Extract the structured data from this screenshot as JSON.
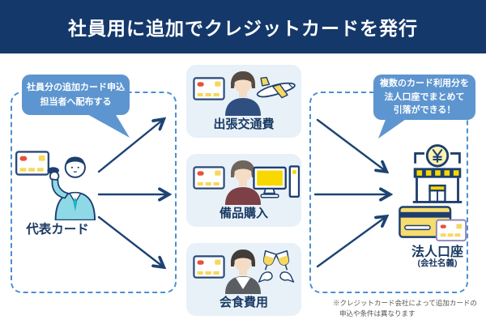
{
  "title": "社員用に追加でクレジットカードを発行",
  "left_panel": {
    "bubble": {
      "line1": "社員分の追加カード申込",
      "line2": "担当者へ配布する"
    },
    "label": "代表カード",
    "icons": {
      "card": "credit-card-icon",
      "person": "representative-person-icon"
    }
  },
  "categories": [
    {
      "label": "出張交通費",
      "icon": "airplane-icon",
      "card_icon": "credit-card-icon",
      "person_icon": "employee-person-icon"
    },
    {
      "label": "備品購入",
      "icon": "desktop-computer-icon",
      "card_icon": "credit-card-icon",
      "person_icon": "employee-person-icon"
    },
    {
      "label": "会食費用",
      "icon": "toast-glasses-icon",
      "card_icon": "credit-card-icon",
      "person_icon": "employee-person-icon"
    }
  ],
  "right_panel": {
    "bubble": {
      "line1": "複数のカード利用分を",
      "line2": "法人口座でまとめて",
      "line3": "引落ができる！"
    },
    "label": "法人口座",
    "sublabel": "(会社名義)",
    "icons": {
      "bank": "bank-building-icon",
      "cards": "corporate-credit-cards-icon"
    }
  },
  "footnote": {
    "line1": "※クレジットカード会社によって追加カードの",
    "line2": "申込や条件は異なります"
  },
  "colors": {
    "banner": "#14386a",
    "bubble": "#5d95d0",
    "dashed_border": "#4a8fd3",
    "category_box_bg": "#e8f1f8",
    "label_text": "#1a3a63",
    "arrow": "#1d4372",
    "accent_yellow": "#f7d75e",
    "accent_red": "#e8503a",
    "suit_blue": "#8fd9e6",
    "footnote_text": "#555555"
  }
}
